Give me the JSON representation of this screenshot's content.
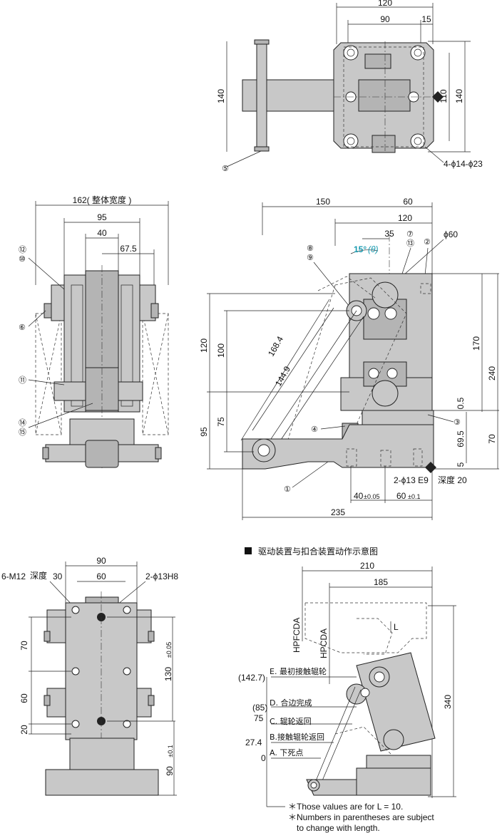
{
  "top_view": {
    "dim_120": "120",
    "dim_90": "90",
    "dim_15": "15",
    "dim_140_left": "140",
    "dim_110": "110",
    "dim_140_right": "140",
    "holes": "4-ϕ14-ϕ23",
    "callout_5": "⑤"
  },
  "front_view": {
    "width_label": "162( 整体宽度 )",
    "dim_95": "95",
    "dim_40": "40",
    "dim_67_5": "67.5",
    "callout_12": "⑫",
    "callout_10": "⑩",
    "callout_6": "⑥",
    "callout_11": "⑪",
    "callout_14": "⑭",
    "callout_15": "⑮"
  },
  "side_view": {
    "dim_150": "150",
    "dim_60": "60",
    "dim_120": "120",
    "dim_35": "35",
    "angle_value": "15°",
    "angle_symbol": "(θ)",
    "dim_phi60": "ϕ60",
    "callout_8": "⑧",
    "callout_9": "⑨",
    "callout_7": "⑦",
    "callout_13": "⑬",
    "callout_2": "②",
    "dim_168_4": "168.4",
    "dim_144_9": "144.9",
    "dim_120v": "120",
    "dim_100": "100",
    "dim_75": "75",
    "dim_95": "95",
    "dim_170": "170",
    "dim_240": "240",
    "dim_0_5": "0.5",
    "dim_69_5": "69.5",
    "dim_70": "70",
    "dim_5": "5",
    "callout_4": "④",
    "callout_3": "③",
    "callout_1": "①",
    "pin_holes": "2-ϕ13 E9",
    "depth_label": "深度 20",
    "dim_40": "40",
    "tol_40": "±0.05",
    "dim_60b": "60",
    "tol_60": "±0.1",
    "dim_235": "235"
  },
  "bottom_view": {
    "dim_90": "90",
    "dim_60": "60",
    "dim_30": "30",
    "threads": "6-M12",
    "depth": "深度",
    "pins": "2-ϕ13H8",
    "dim_70": "70",
    "dim_60v": "60",
    "dim_20": "20",
    "dim_130": "130",
    "tol_130": "±0.05",
    "dim_90v": "90",
    "tol_90": "±0.1"
  },
  "motion_diagram": {
    "title": "驱动装置与扣合装置动作示意图",
    "dim_210": "210",
    "dim_185": "185",
    "dim_340": "340",
    "dim_L": "L",
    "hpfcda": "HPFCDA",
    "hpcda": "HPCDA",
    "pos_e_value": "(142.7)",
    "pos_e_label": "E. 最初接触辊轮",
    "pos_d_value": "(85)",
    "pos_d_label": "D. 合边完成",
    "pos_c_value": "75",
    "pos_c_label": "C. 辊轮返回",
    "pos_b_value": "27.4",
    "pos_b_label": "B.接触辊轮返回",
    "pos_a_value": "0",
    "pos_a_label": "A. 下死点",
    "note1": "＊Those values are for L = 10.",
    "note2": "＊Numbers in parentheses are subject",
    "note3": "to change with length."
  }
}
